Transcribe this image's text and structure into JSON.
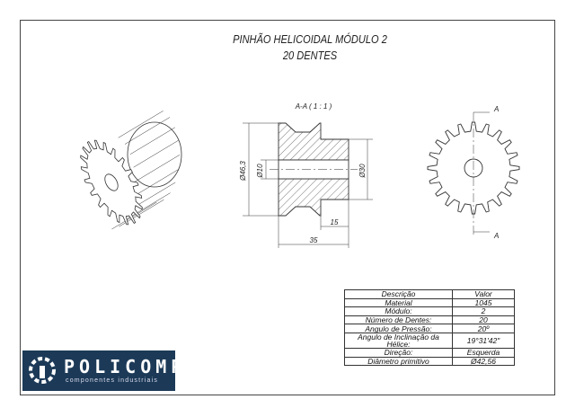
{
  "title": {
    "line1": "PINHÃO HELICOIDAL MÓDULO 2",
    "line2": "20 DENTES"
  },
  "section_view": {
    "label": "A-A ( 1 : 1 )",
    "dims": {
      "outer_dia": "Ø46,3",
      "bore": "Ø10",
      "hub_dia": "Ø30",
      "hub_len": "15",
      "total_len": "35"
    }
  },
  "front_view": {
    "section_marker_top": "A",
    "section_marker_bottom": "A",
    "teeth": 20
  },
  "spec_table": {
    "headers": [
      "Descrição",
      "Valor"
    ],
    "rows": [
      [
        "Material",
        "1045"
      ],
      [
        "Módulo:",
        "2"
      ],
      [
        "Número de Dentes:",
        "20"
      ],
      [
        "Angulo de Pressão:",
        "20º"
      ],
      [
        "Angulo de Inclinação da Hélice:",
        "19°31'42\""
      ],
      [
        "Direção:",
        "Esquerda"
      ],
      [
        "Diâmetro primitivo",
        "Ø42,56"
      ]
    ]
  },
  "logo": {
    "name": "POLICOMP",
    "tagline": "componentes industriais",
    "color": "#1c3a58"
  }
}
